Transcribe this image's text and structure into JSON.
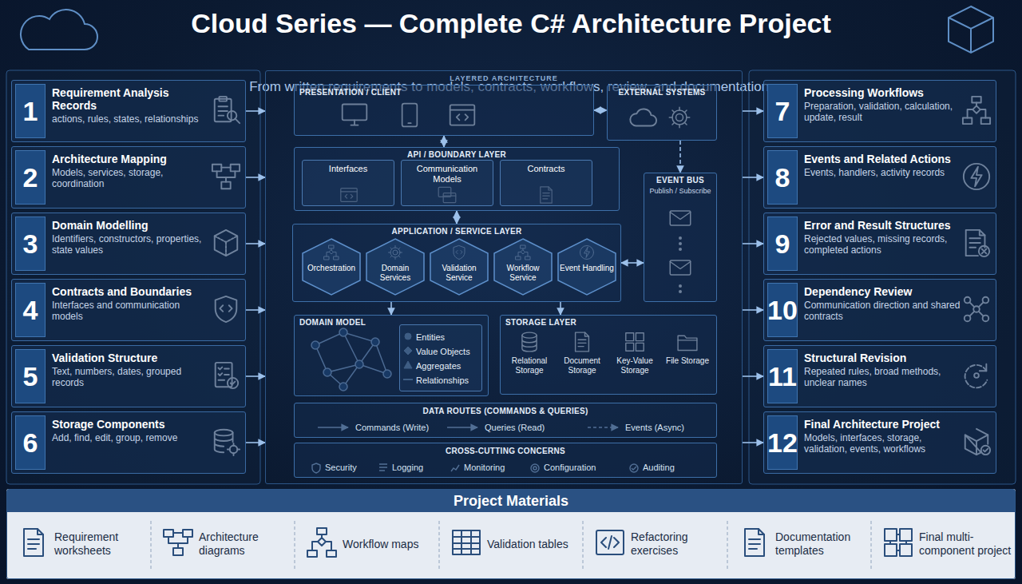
{
  "diagram": {
    "title": "Cloud Series — Complete C# Architecture Project",
    "nodes": [
      {
        "text": [
          "1",
          "Requirement Analysis Records",
          "actions, rules, states, relationships"
        ]
      },
      {
        "text": [
          "2",
          "Architecture Mapping",
          "Models, services, storage, coordination"
        ]
      },
      {
        "text": [
          "3",
          "Domain Modelling",
          "Identifiers, constructors, properties, state values"
        ]
      },
      {
        "text": [
          "4",
          "Contracts and Boundaries",
          "Interfaces and communication models"
        ]
      },
      {
        "text": [
          "5",
          "Validation Structure",
          "Text, numbers, dates, grouped records"
        ]
      },
      {
        "text": [
          "6",
          "Storage Components",
          "Add, find, edit, group, remove"
        ]
      },
      {
        "text": [
          "LAYERED ARCHITECTURE"
        ]
      },
      {
        "text": [
          "PRESENTATION / CLIENT"
        ],
        "in": 6
      },
      {
        "text": [
          "EXTERNAL SYSTEMS"
        ],
        "in": 6
      },
      {
        "text": [
          "API / BOUNDARY LAYER"
        ],
        "in": 6
      },
      {
        "text": [
          "Interfaces"
        ],
        "in": 9
      },
      {
        "text": [
          "Communication Models"
        ],
        "in": 9
      },
      {
        "text": [
          "Contracts"
        ],
        "in": 9
      },
      {
        "text": [
          "EVENT BUS",
          "Publish / Subscribe"
        ],
        "in": 6
      },
      {
        "text": [
          "APPLICATION / SERVICE LAYER"
        ],
        "in": 6
      },
      {
        "text": [
          "Orchestration"
        ],
        "in": 14
      },
      {
        "text": [
          "Domain Services"
        ],
        "in": 14
      },
      {
        "text": [
          "Validation Service"
        ],
        "in": 14
      },
      {
        "text": [
          "Workflow Service"
        ],
        "in": 14
      },
      {
        "text": [
          "Event Handling"
        ],
        "in": 14
      },
      {
        "text": [
          "DOMAIN MODEL"
        ],
        "in": 6
      },
      {
        "text": [
          "Entities",
          "Value Objects",
          "Aggregates",
          "Relationships"
        ],
        "in": 20
      },
      {
        "text": [
          "STORAGE LAYER"
        ],
        "in": 6
      },
      {
        "text": [
          "Relational Storage"
        ],
        "in": 22
      },
      {
        "text": [
          "Document Storage"
        ],
        "in": 22
      },
      {
        "text": [
          "Key-Value Storage"
        ],
        "in": 22
      },
      {
        "text": [
          "File Storage"
        ],
        "in": 22
      },
      {
        "text": [
          "DATA ROUTES (COMMANDS & QUERIES)",
          "Commands (Write)",
          "Queries (Read)",
          "Events (Async)"
        ],
        "in": 6
      },
      {
        "text": [
          "CROSS-CUTTING CONCERNS",
          "Security",
          "Logging",
          "Monitoring",
          "Configuration",
          "Auditing"
        ],
        "in": 6
      },
      {
        "text": [
          "7",
          "Processing Workflows",
          "Preparation, validation, calculation, update, result"
        ]
      },
      {
        "text": [
          "8",
          "Events and Related Actions",
          "Events, handlers, activity records"
        ]
      },
      {
        "text": [
          "9",
          "Error and Result Structures",
          "Rejected values, missing records, completed actions"
        ]
      },
      {
        "text": [
          "10",
          "Dependency Review",
          "Communication direction and shared contracts"
        ]
      },
      {
        "text": [
          "11",
          "Structural Revision",
          "Repeated rules, broad methods, unclear names"
        ]
      },
      {
        "text": [
          "12",
          "Final Architecture Project",
          "Models, interfaces, storage, validation, events, workflows"
        ]
      },
      {
        "text": [
          "Project Materials"
        ]
      },
      {
        "text": [
          "Requirement worksheets"
        ],
        "in": 35
      },
      {
        "text": [
          "Architecture diagrams"
        ],
        "in": 35
      },
      {
        "text": [
          "Workflow maps"
        ],
        "in": 35
      },
      {
        "text": [
          "Validation tables"
        ],
        "in": 35
      },
      {
        "text": [
          "Refactoring exercises"
        ],
        "in": 35
      },
      {
        "text": [
          "Documentation templates"
        ],
        "in": 35
      },
      {
        "text": [
          "Final multi-component project"
        ],
        "in": 35
      }
    ],
    "edges": [
      {
        "from": 0,
        "to": 6,
        "arrow": "to"
      },
      {
        "from": 1,
        "to": 6,
        "arrow": "to"
      },
      {
        "from": 2,
        "to": 6,
        "arrow": "to"
      },
      {
        "from": 3,
        "to": 6,
        "arrow": "to"
      },
      {
        "from": 4,
        "to": 6,
        "arrow": "to"
      },
      {
        "from": 5,
        "to": 6,
        "arrow": "to"
      },
      {
        "from": 6,
        "to": 29,
        "arrow": "to"
      },
      {
        "from": 6,
        "to": 30,
        "arrow": "to"
      },
      {
        "from": 6,
        "to": 31,
        "arrow": "to"
      },
      {
        "from": 6,
        "to": 32,
        "arrow": "to"
      },
      {
        "from": 6,
        "to": 33,
        "arrow": "to"
      },
      {
        "from": 6,
        "to": 34,
        "arrow": "to"
      },
      {
        "from": 7,
        "to": 8,
        "arrow": "both"
      },
      {
        "from": 7,
        "to": 9,
        "arrow": "both"
      },
      {
        "from": 9,
        "to": 14,
        "arrow": "both"
      },
      {
        "from": 8,
        "to": 13,
        "arrow": "to"
      },
      {
        "from": 14,
        "to": 13,
        "arrow": "both"
      },
      {
        "from": 14,
        "to": 20,
        "arrow": "to"
      },
      {
        "from": 14,
        "to": 22,
        "arrow": "to"
      }
    ],
    "labels": [
      "From written requirements to models, contracts, workflows, review, and documentation."
    ]
  }
}
